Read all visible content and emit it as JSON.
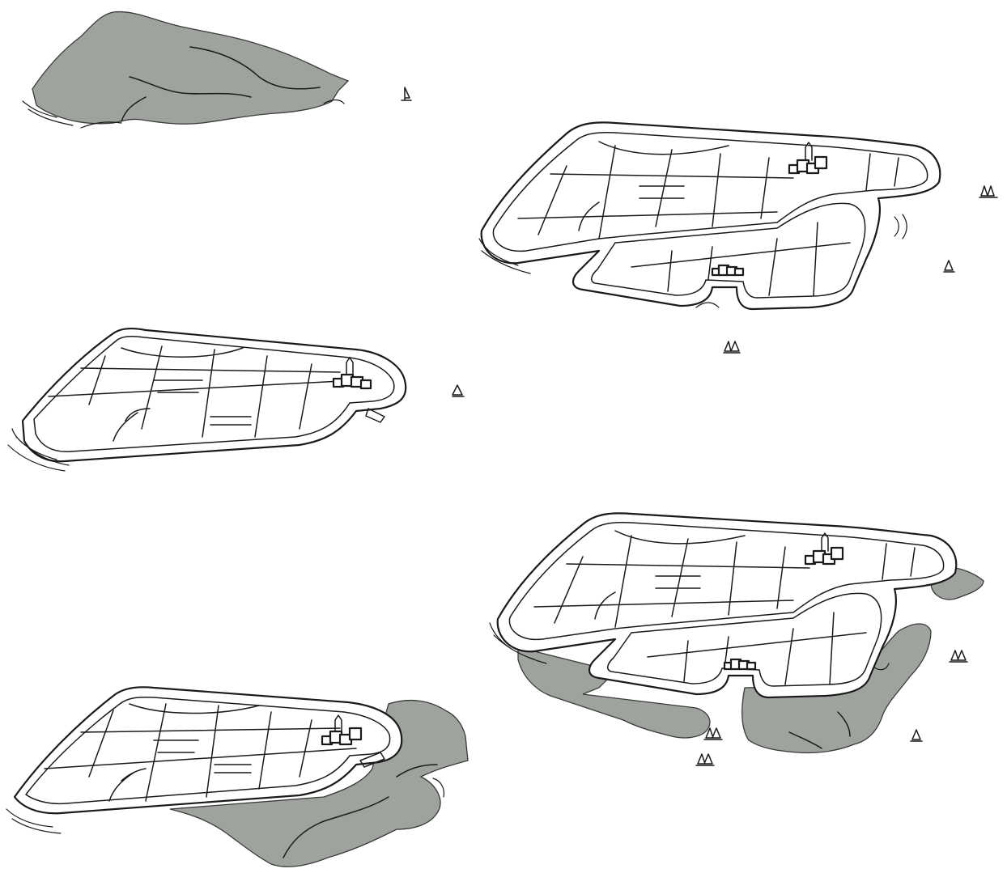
{
  "figure": {
    "panels": [
      {
        "name": "stage-1-tidal-island"
      },
      {
        "name": "stage-2-embanked-polder"
      },
      {
        "name": "stage-3-extended-polder"
      },
      {
        "name": "stage-4-polder-with-silting-foreland"
      },
      {
        "name": "stage-5-extended-polder-with-silting-foreland"
      }
    ],
    "colors": {
      "land": "#9fa39e",
      "outline": "#1a1a1a",
      "background": "#ffffff"
    },
    "icons": [
      "sailboat-icon",
      "village-icon",
      "wave-icon"
    ]
  }
}
